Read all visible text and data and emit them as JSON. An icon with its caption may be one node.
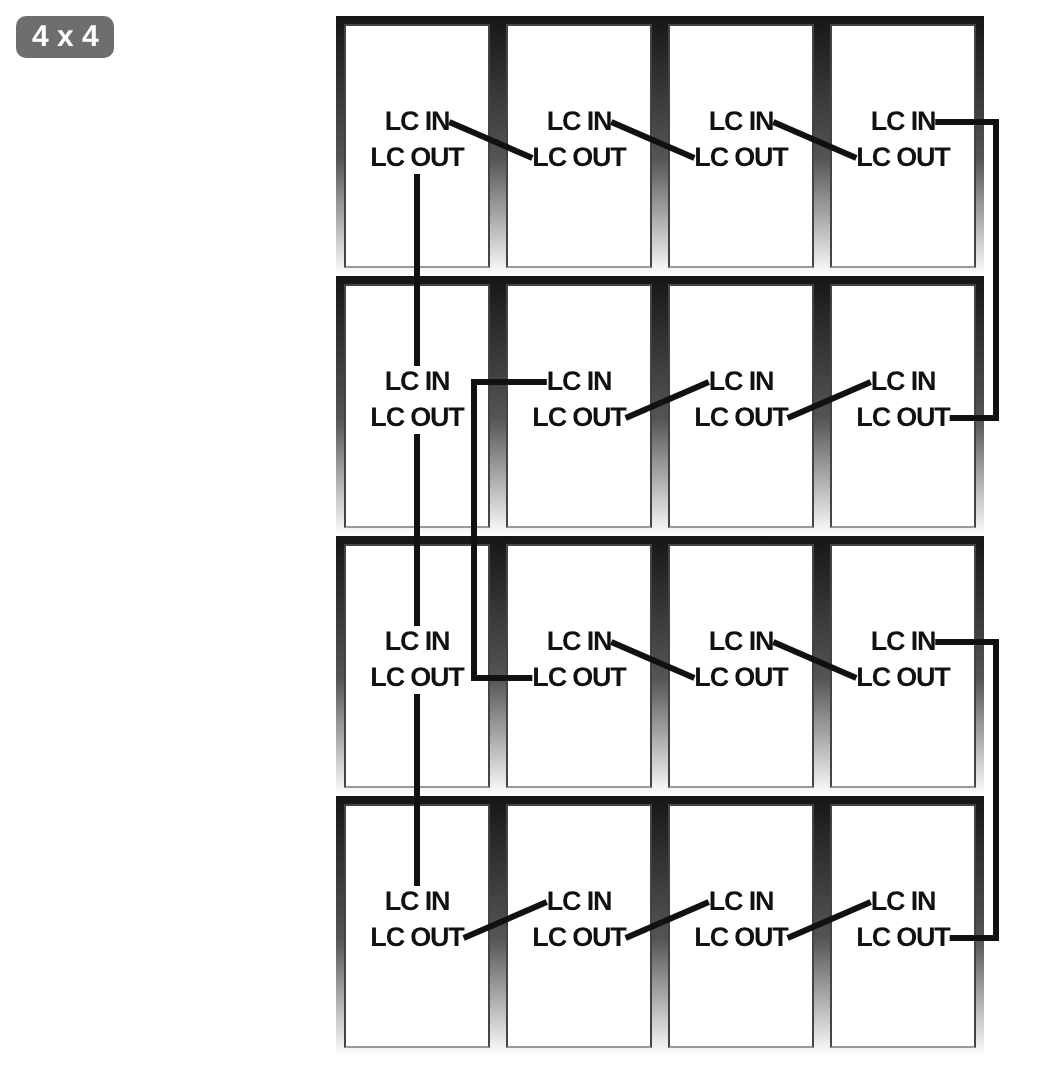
{
  "diagram": {
    "title": "4 x 4",
    "nodes": [
      {
        "text": [],
        "shape": "box"
      },
      {
        "text": [
          "LC IN"
        ],
        "in": 0
      },
      {
        "text": [
          "LC OUT"
        ],
        "in": 0
      },
      {
        "text": [],
        "shape": "box"
      },
      {
        "text": [
          "LC IN"
        ],
        "in": 3
      },
      {
        "text": [
          "LC OUT"
        ],
        "in": 3
      },
      {
        "text": [],
        "shape": "box"
      },
      {
        "text": [
          "LC IN"
        ],
        "in": 6
      },
      {
        "text": [
          "LC OUT"
        ],
        "in": 6
      },
      {
        "text": [],
        "shape": "box"
      },
      {
        "text": [
          "LC IN"
        ],
        "in": 9
      },
      {
        "text": [
          "LC OUT"
        ],
        "in": 9
      },
      {
        "text": [],
        "shape": "box"
      },
      {
        "text": [
          "LC IN"
        ],
        "in": 12
      },
      {
        "text": [
          "LC OUT"
        ],
        "in": 12
      },
      {
        "text": [],
        "shape": "box"
      },
      {
        "text": [
          "LC IN"
        ],
        "in": 15
      },
      {
        "text": [
          "LC OUT"
        ],
        "in": 15
      },
      {
        "text": [],
        "shape": "box"
      },
      {
        "text": [
          "LC IN"
        ],
        "in": 18
      },
      {
        "text": [
          "LC OUT"
        ],
        "in": 18
      },
      {
        "text": [],
        "shape": "box"
      },
      {
        "text": [
          "LC IN"
        ],
        "in": 21
      },
      {
        "text": [
          "LC OUT"
        ],
        "in": 21
      },
      {
        "text": [],
        "shape": "box"
      },
      {
        "text": [
          "LC IN"
        ],
        "in": 24
      },
      {
        "text": [
          "LC OUT"
        ],
        "in": 24
      },
      {
        "text": [],
        "shape": "box"
      },
      {
        "text": [
          "LC IN"
        ],
        "in": 27
      },
      {
        "text": [
          "LC OUT"
        ],
        "in": 27
      },
      {
        "text": [],
        "shape": "box"
      },
      {
        "text": [
          "LC IN"
        ],
        "in": 30
      },
      {
        "text": [
          "LC OUT"
        ],
        "in": 30
      },
      {
        "text": [],
        "shape": "box"
      },
      {
        "text": [
          "LC IN"
        ],
        "in": 33
      },
      {
        "text": [
          "LC OUT"
        ],
        "in": 33
      },
      {
        "text": [],
        "shape": "box"
      },
      {
        "text": [
          "LC IN"
        ],
        "in": 36
      },
      {
        "text": [
          "LC OUT"
        ],
        "in": 36
      },
      {
        "text": [],
        "shape": "box"
      },
      {
        "text": [
          "LC IN"
        ],
        "in": 39
      },
      {
        "text": [
          "LC OUT"
        ],
        "in": 39
      },
      {
        "text": [],
        "shape": "box"
      },
      {
        "text": [
          "LC IN"
        ],
        "in": 42
      },
      {
        "text": [
          "LC OUT"
        ],
        "in": 42
      },
      {
        "text": [],
        "shape": "box"
      },
      {
        "text": [
          "LC IN"
        ],
        "in": 45
      },
      {
        "text": [
          "LC OUT"
        ],
        "in": 45
      }
    ],
    "edges": [
      {
        "from": 2,
        "to": 13,
        "arrow": "none"
      },
      {
        "from": 5,
        "to": 1,
        "arrow": "none"
      },
      {
        "from": 8,
        "to": 4,
        "arrow": "none"
      },
      {
        "from": 11,
        "to": 7,
        "arrow": "none"
      },
      {
        "from": 23,
        "to": 10,
        "arrow": "none"
      },
      {
        "from": 14,
        "to": 25,
        "arrow": "none"
      },
      {
        "from": 20,
        "to": 22,
        "arrow": "none"
      },
      {
        "from": 17,
        "to": 19,
        "arrow": "none"
      },
      {
        "from": 29,
        "to": 16,
        "arrow": "none"
      },
      {
        "from": 26,
        "to": 37,
        "arrow": "none"
      },
      {
        "from": 32,
        "to": 28,
        "arrow": "none"
      },
      {
        "from": 35,
        "to": 31,
        "arrow": "none"
      },
      {
        "from": 47,
        "to": 34,
        "arrow": "none"
      },
      {
        "from": 38,
        "to": 40,
        "arrow": "none"
      },
      {
        "from": 41,
        "to": 43,
        "arrow": "none"
      },
      {
        "from": 44,
        "to": 46,
        "arrow": "none"
      }
    ]
  }
}
